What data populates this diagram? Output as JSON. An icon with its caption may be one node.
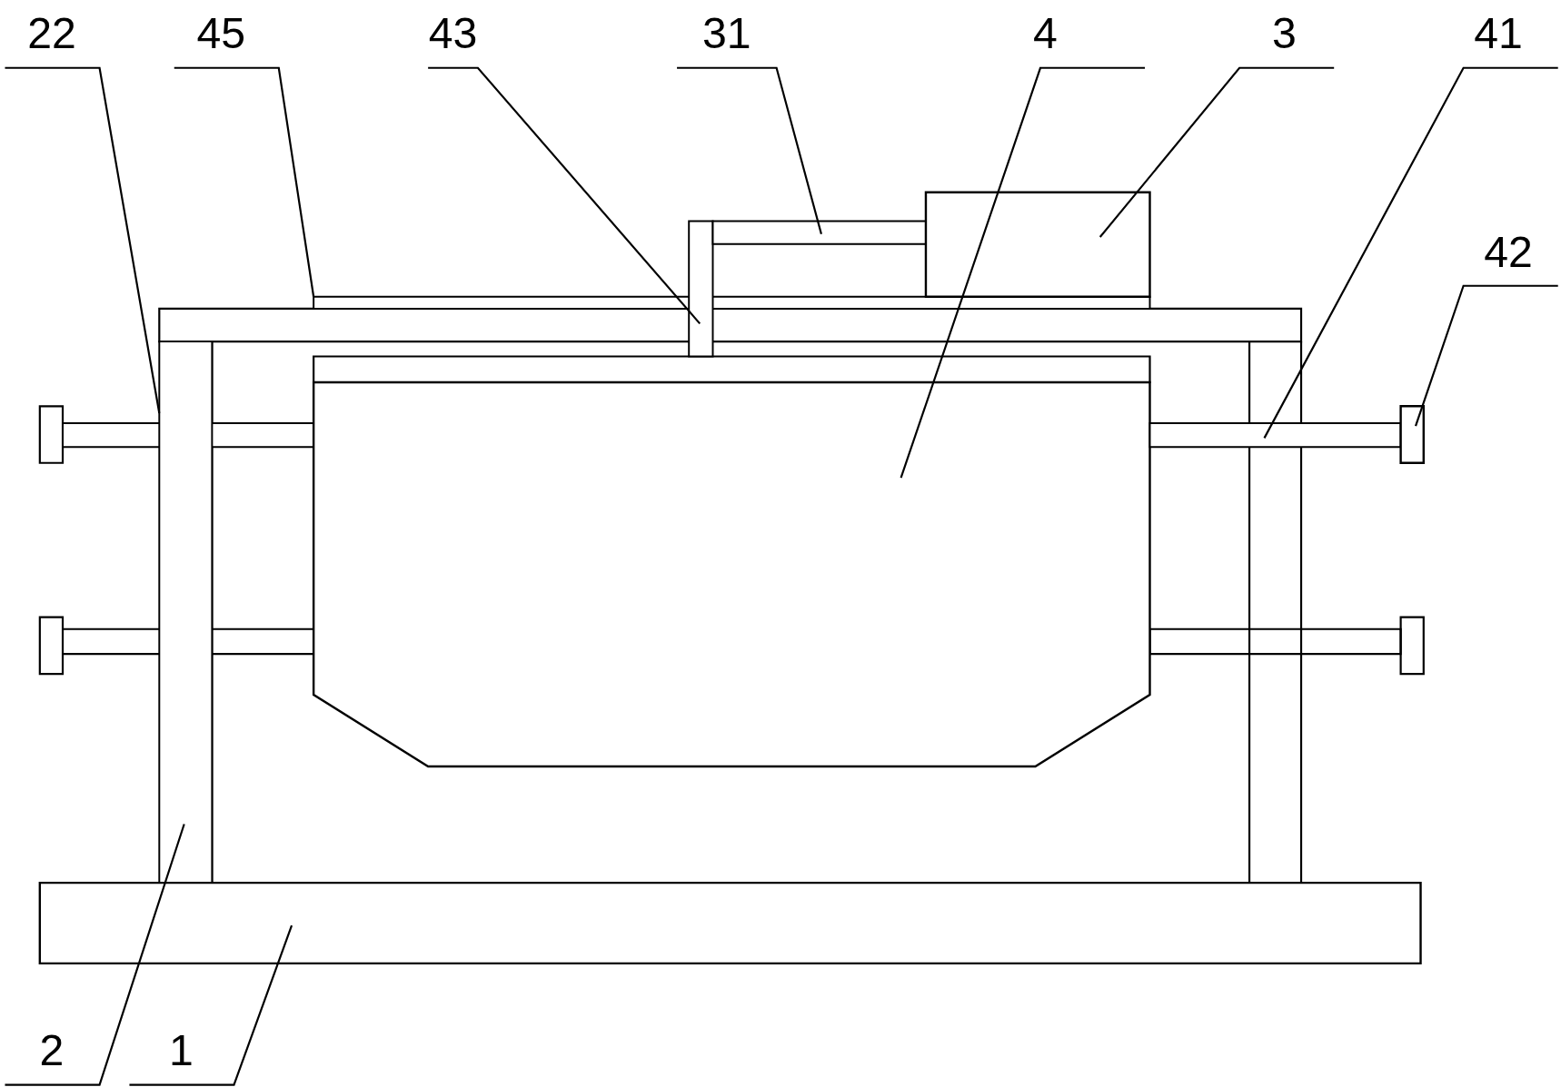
{
  "diagram": {
    "nodes": [
      {
        "text": [
          "22"
        ]
      },
      {
        "text": [
          "45"
        ]
      },
      {
        "text": [
          "43"
        ]
      },
      {
        "text": [
          "31"
        ]
      },
      {
        "text": [
          "4"
        ]
      },
      {
        "text": [
          "3"
        ]
      },
      {
        "text": [
          "41"
        ]
      },
      {
        "text": [
          "42"
        ]
      },
      {
        "text": [
          "2"
        ]
      },
      {
        "text": [
          "1"
        ]
      },
      {
        "text": [],
        "shape": "bar"
      },
      {
        "text": [],
        "shape": "bar"
      },
      {
        "text": [],
        "shape": "bar"
      },
      {
        "text": [],
        "shape": "bar"
      },
      {
        "text": [],
        "shape": "box"
      },
      {
        "text": [],
        "shape": "box"
      },
      {
        "text": [],
        "shape": "bar"
      },
      {
        "text": [],
        "shape": "box"
      },
      {
        "text": [],
        "shape": "bar"
      },
      {
        "text": [],
        "shape": "box"
      }
    ],
    "edges": [
      {
        "from": 0,
        "to": 10,
        "arrow": "none"
      },
      {
        "from": 1,
        "to": 11,
        "arrow": "none"
      },
      {
        "from": 2,
        "to": 12,
        "arrow": "none"
      },
      {
        "from": 3,
        "to": 13,
        "arrow": "none"
      },
      {
        "from": 4,
        "to": 14,
        "arrow": "none"
      },
      {
        "from": 5,
        "to": 15,
        "arrow": "none"
      },
      {
        "from": 6,
        "to": 16,
        "arrow": "none"
      },
      {
        "from": 7,
        "to": 17,
        "arrow": "none"
      },
      {
        "from": 8,
        "to": 18,
        "arrow": "none"
      },
      {
        "from": 9,
        "to": 19,
        "arrow": "none"
      }
    ]
  }
}
